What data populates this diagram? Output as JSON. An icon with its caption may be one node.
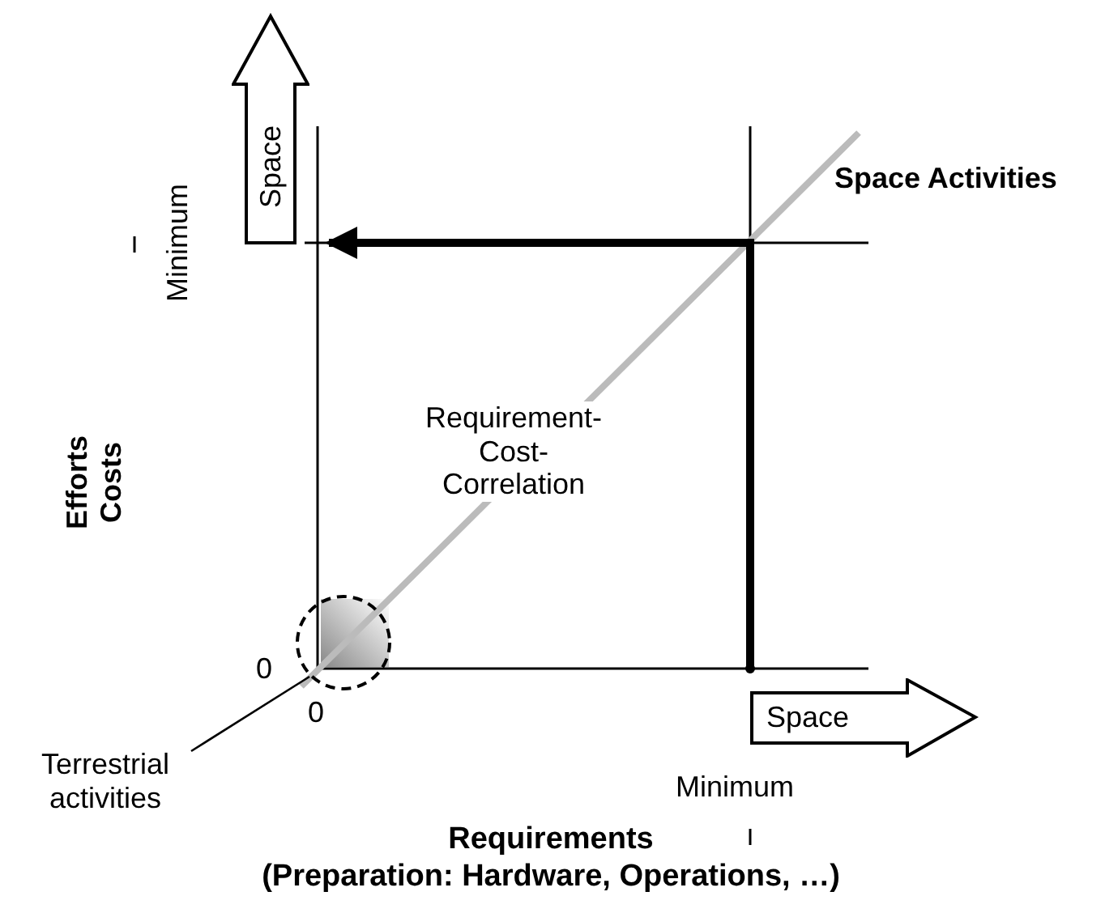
{
  "diagram": {
    "nodes": [
      {
        "text": [],
        "shape": "circle"
      },
      {
        "text": [
          "Terrestrial activities"
        ]
      },
      {
        "text": [
          "Space"
        ]
      },
      {
        "text": [
          "Space"
        ]
      }
    ],
    "edges": [
      {
        "from": 1,
        "to": 0,
        "arrow": "none"
      }
    ],
    "labels": [
      "Space Activities",
      "Minimum",
      "Efforts Costs",
      "Requirement-Cost-Correlation",
      "0",
      "0",
      "Minimum",
      "Requirements",
      "(Preparation: Hardware, Operations, …)"
    ]
  }
}
